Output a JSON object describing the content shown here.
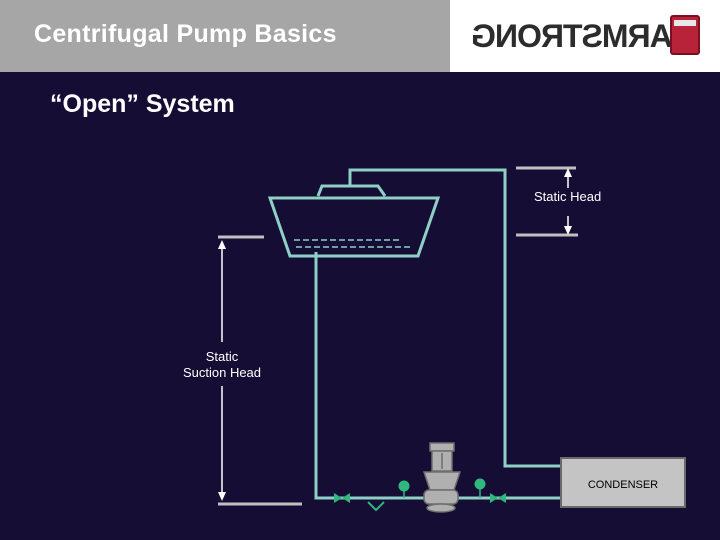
{
  "header": {
    "title": "Centrifugal Pump Basics",
    "logo_text": "ARMSTRONG"
  },
  "slide": {
    "subtitle": "“Open” System"
  },
  "diagram": {
    "static_head_label": "Static Head",
    "static_suction_head_line1": "Static",
    "static_suction_head_line2": "Suction Head",
    "condenser_label": "CONDENSER"
  },
  "colors": {
    "background": "#150d33",
    "header_bar": "#a6a6a6",
    "pipe": "#8fd0c6",
    "valve_green": "#2fb87e",
    "equipment_gray": "#b0b0b0"
  }
}
